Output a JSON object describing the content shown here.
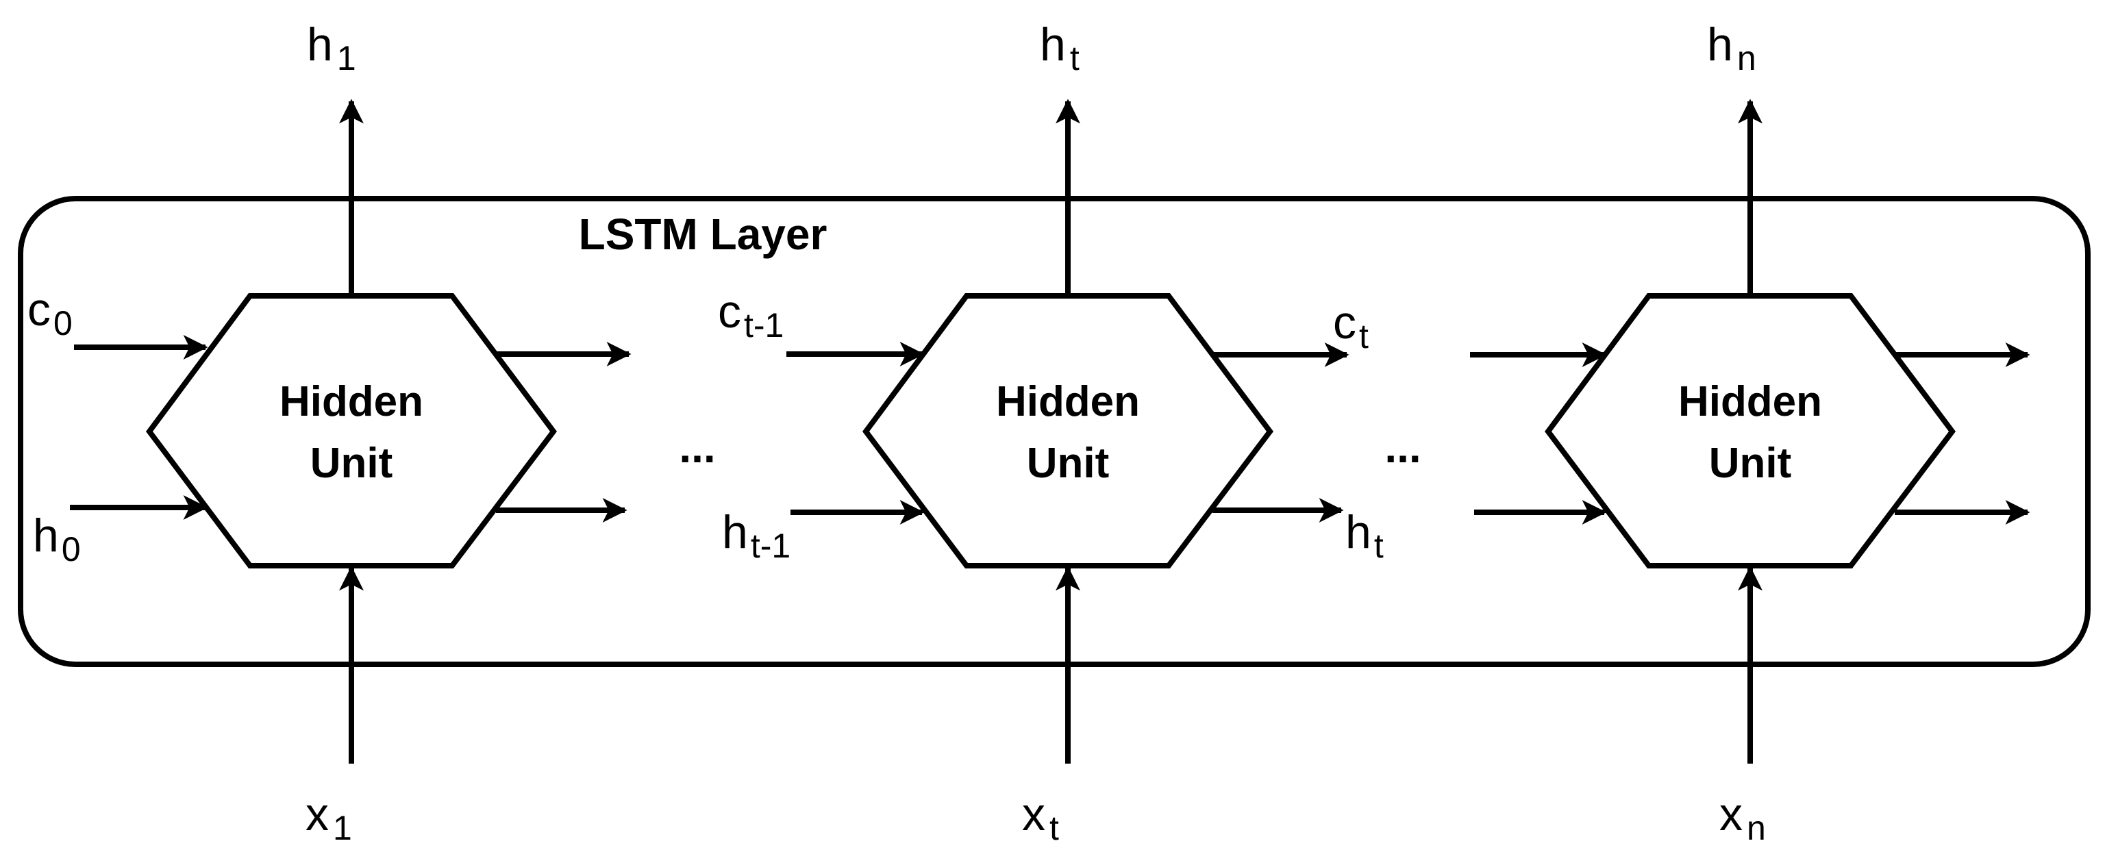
{
  "layer": {
    "title": "LSTM Layer"
  },
  "units": [
    {
      "line1": "Hidden",
      "line2": "Unit",
      "output": {
        "base": "h",
        "sub": "1"
      },
      "input": {
        "base": "x",
        "sub": "1"
      }
    },
    {
      "line1": "Hidden",
      "line2": "Unit",
      "output": {
        "base": "h",
        "sub": "t"
      },
      "input": {
        "base": "x",
        "sub": "t"
      }
    },
    {
      "line1": "Hidden",
      "line2": "Unit",
      "output": {
        "base": "h",
        "sub": "n"
      },
      "input": {
        "base": "x",
        "sub": "n"
      }
    }
  ],
  "states": {
    "c0": {
      "base": "c",
      "sub": "0"
    },
    "h0": {
      "base": "h",
      "sub": "0"
    },
    "c_prev": {
      "base": "c",
      "sub": "t-1"
    },
    "h_prev": {
      "base": "h",
      "sub": "t-1"
    },
    "c_t": {
      "base": "c",
      "sub": "t"
    },
    "h_t": {
      "base": "h",
      "sub": "t"
    }
  },
  "ellipsis": "..."
}
